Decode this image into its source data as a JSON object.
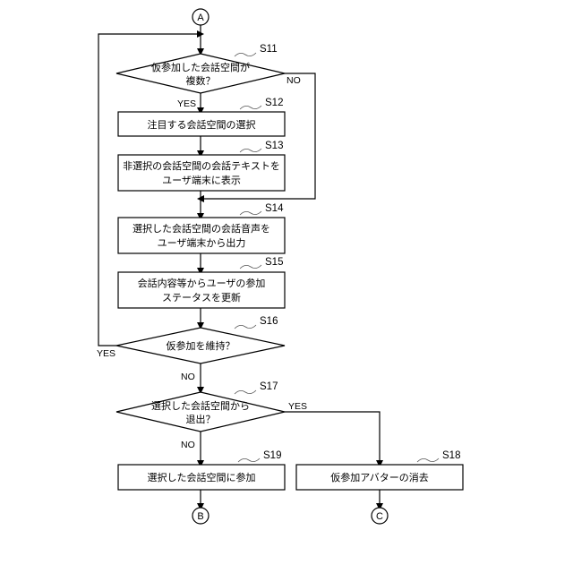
{
  "connectors": {
    "top": "A",
    "left_bottom": "B",
    "right_bottom": "C"
  },
  "steps": {
    "s11": {
      "id": "S11",
      "line1": "仮参加した会話空間が",
      "line2": "複数？"
    },
    "s12": {
      "id": "S12",
      "line1": "注目する会話空間の選択"
    },
    "s13": {
      "id": "S13",
      "line1": "非選択の会話空間の会話テキストを",
      "line2": "ユーザ端末に表示"
    },
    "s14": {
      "id": "S14",
      "line1": "選択した会話空間の会話音声を",
      "line2": "ユーザ端末から出力"
    },
    "s15": {
      "id": "S15",
      "line1": "会話内容等からユーザの参加",
      "line2": "ステータスを更新"
    },
    "s16": {
      "id": "S16",
      "line1": "仮参加を維持？"
    },
    "s17": {
      "id": "S17",
      "line1": "選択した会話空間から",
      "line2": "退出？"
    },
    "s18": {
      "id": "S18",
      "line1": "仮参加アバターの消去"
    },
    "s19": {
      "id": "S19",
      "line1": "選択した会話空間に参加"
    }
  },
  "branches": {
    "s11_yes": "YES",
    "s11_no": "NO",
    "s16_yes": "YES",
    "s16_no": "NO",
    "s17_yes": "YES",
    "s17_no": "NO"
  }
}
